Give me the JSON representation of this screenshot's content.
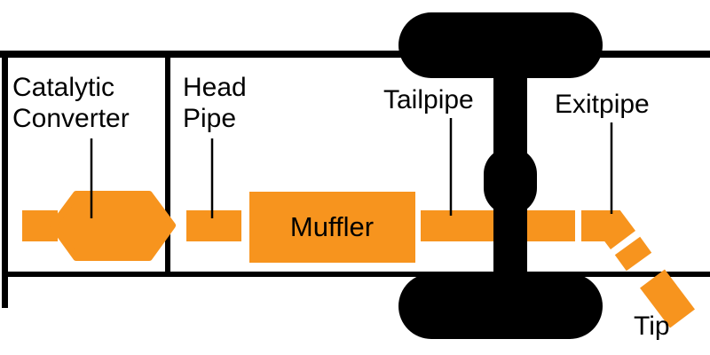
{
  "colors": {
    "pipe_orange": "#F7941E",
    "diagram_black": "#000000",
    "background": "#FFFFFF"
  },
  "labels": {
    "catalytic_converter_line1": "Catalytic",
    "catalytic_converter_line2": "Converter",
    "head_pipe_line1": "Head",
    "head_pipe_line2": "Pipe",
    "muffler": "Muffler",
    "tailpipe": "Tailpipe",
    "exitpipe": "Exitpipe",
    "tip": "Tip"
  }
}
